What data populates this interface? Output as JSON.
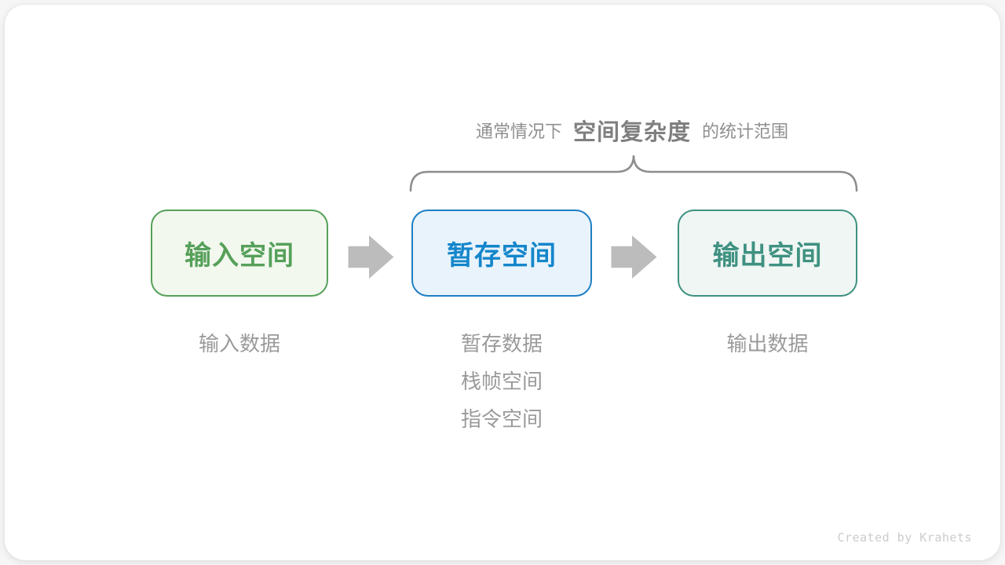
{
  "annotation": {
    "prefix": "通常情况下",
    "highlight": "空间复杂度",
    "suffix": "的统计范围"
  },
  "flow": {
    "boxes": [
      {
        "label": "输入空间",
        "border_color": "#56a05a",
        "fill_color": "#f2f8ee",
        "text_color": "#56a05a",
        "notes": [
          "输入数据"
        ]
      },
      {
        "label": "暂存空间",
        "border_color": "#1f7fc4",
        "fill_color": "#e8f3fb",
        "text_color": "#1486cb",
        "notes": [
          "暂存数据",
          "栈帧空间",
          "指令空间"
        ]
      },
      {
        "label": "输出空间",
        "border_color": "#3f9181",
        "fill_color": "#eff6f3",
        "text_color": "#3f9181",
        "notes": [
          "输出数据"
        ]
      }
    ],
    "arrow_color": "#bcbcbc",
    "brace_color": "#8d8d8d"
  },
  "text_colors": {
    "annotation": "#8f8f8f",
    "annotation_highlight": "#7f7f7f",
    "notes": "#9a9a9a",
    "watermark": "#cccccc"
  },
  "watermark": "Created by Krahets"
}
